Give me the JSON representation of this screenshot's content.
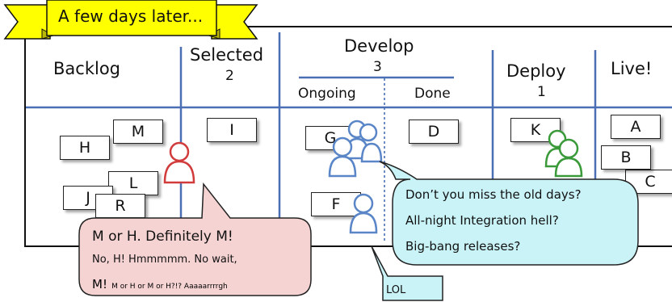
{
  "banner": {
    "title": "A few days later..."
  },
  "columns": {
    "backlog": {
      "title": "Backlog"
    },
    "selected": {
      "title": "Selected",
      "limit": "2"
    },
    "develop": {
      "title": "Develop",
      "limit": "3",
      "ongoing": "Ongoing",
      "done": "Done"
    },
    "deploy": {
      "title": "Deploy",
      "limit": "1"
    },
    "live": {
      "title": "Live!"
    }
  },
  "cards": {
    "backlog": [
      "M",
      "H",
      "L",
      "J",
      "R"
    ],
    "selected": [
      "I"
    ],
    "ongoing": [
      "G",
      "F"
    ],
    "done": [
      "D"
    ],
    "deploy": [
      "K"
    ],
    "live": [
      "A",
      "B",
      "C"
    ]
  },
  "bubbles": {
    "pink": {
      "line1": "M or H. Definitely M!",
      "line2": "No, H! Hmmmmm. No wait,",
      "line3_big": "M!",
      "line3_small": "M or H or M or H?!? Aaaaarrrrgh"
    },
    "teal": {
      "line1": "Don’t you miss the old days?",
      "line2": "All-night Integration hell?",
      "line3": "Big-bang releases?"
    },
    "lol": {
      "text": "LOL"
    }
  },
  "colors": {
    "line_blue": "#4a6fb5",
    "banner_yellow": "#ffff00",
    "pink_bubble": "#f6d3d3",
    "teal_bubble": "#c9f3f7",
    "person_red": "#d23b3b",
    "person_blue": "#5a86c8",
    "person_green": "#3a9a3a"
  }
}
